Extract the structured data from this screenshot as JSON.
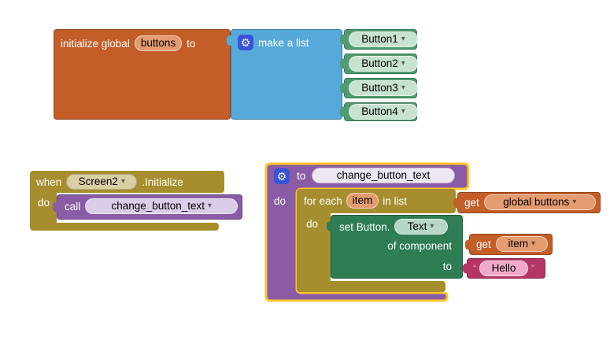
{
  "colors": {
    "canvas_bg": "#ffffff",
    "orange": "#c35e28",
    "orange_field": "#e59b70",
    "blue": "#55aadb",
    "green_component": "#4e9c70",
    "green_component_field": "#c8e2d1",
    "green_setter": "#2e7d55",
    "green_setter_field": "#b7d7c6",
    "gold": "#a68e2e",
    "gold_field": "#d9cea4",
    "purple": "#8a5ca5",
    "purple_field": "#dacde8",
    "purple_field_light": "#ede7f4",
    "magenta": "#b43566",
    "magenta_field": "#efaaca",
    "gear_blue": "#3a53d9",
    "selection_yellow": "#fdc52b"
  },
  "icons": {
    "gear": "⚙",
    "dropdown_arrow": "▾"
  },
  "init_global": {
    "label_initialize": "initialize global",
    "var_name": "buttons",
    "label_to": "to"
  },
  "make_list": {
    "label": "make a list",
    "items": [
      "Button1",
      "Button2",
      "Button3",
      "Button4"
    ]
  },
  "when_block": {
    "label_when": "when",
    "component": "Screen2",
    "event": ".Initialize",
    "label_do": "do",
    "call": {
      "label_call": "call",
      "procedure": "change_button_text"
    }
  },
  "procedure": {
    "label_to": "to",
    "name": "change_button_text",
    "label_do": "do"
  },
  "for_each": {
    "label_for_each": "for each",
    "var_name": "item",
    "label_in_list": "in list",
    "label_do": "do",
    "get_list": {
      "label_get": "get",
      "var_name": "global buttons"
    }
  },
  "setter": {
    "label_set": "set Button.",
    "property": "Text",
    "label_of_component": "of component",
    "label_to": "to",
    "get_item": {
      "label_get": "get",
      "var_name": "item"
    },
    "text_string": {
      "open_quote": "“",
      "value": "Hello",
      "close_quote": "”"
    }
  }
}
